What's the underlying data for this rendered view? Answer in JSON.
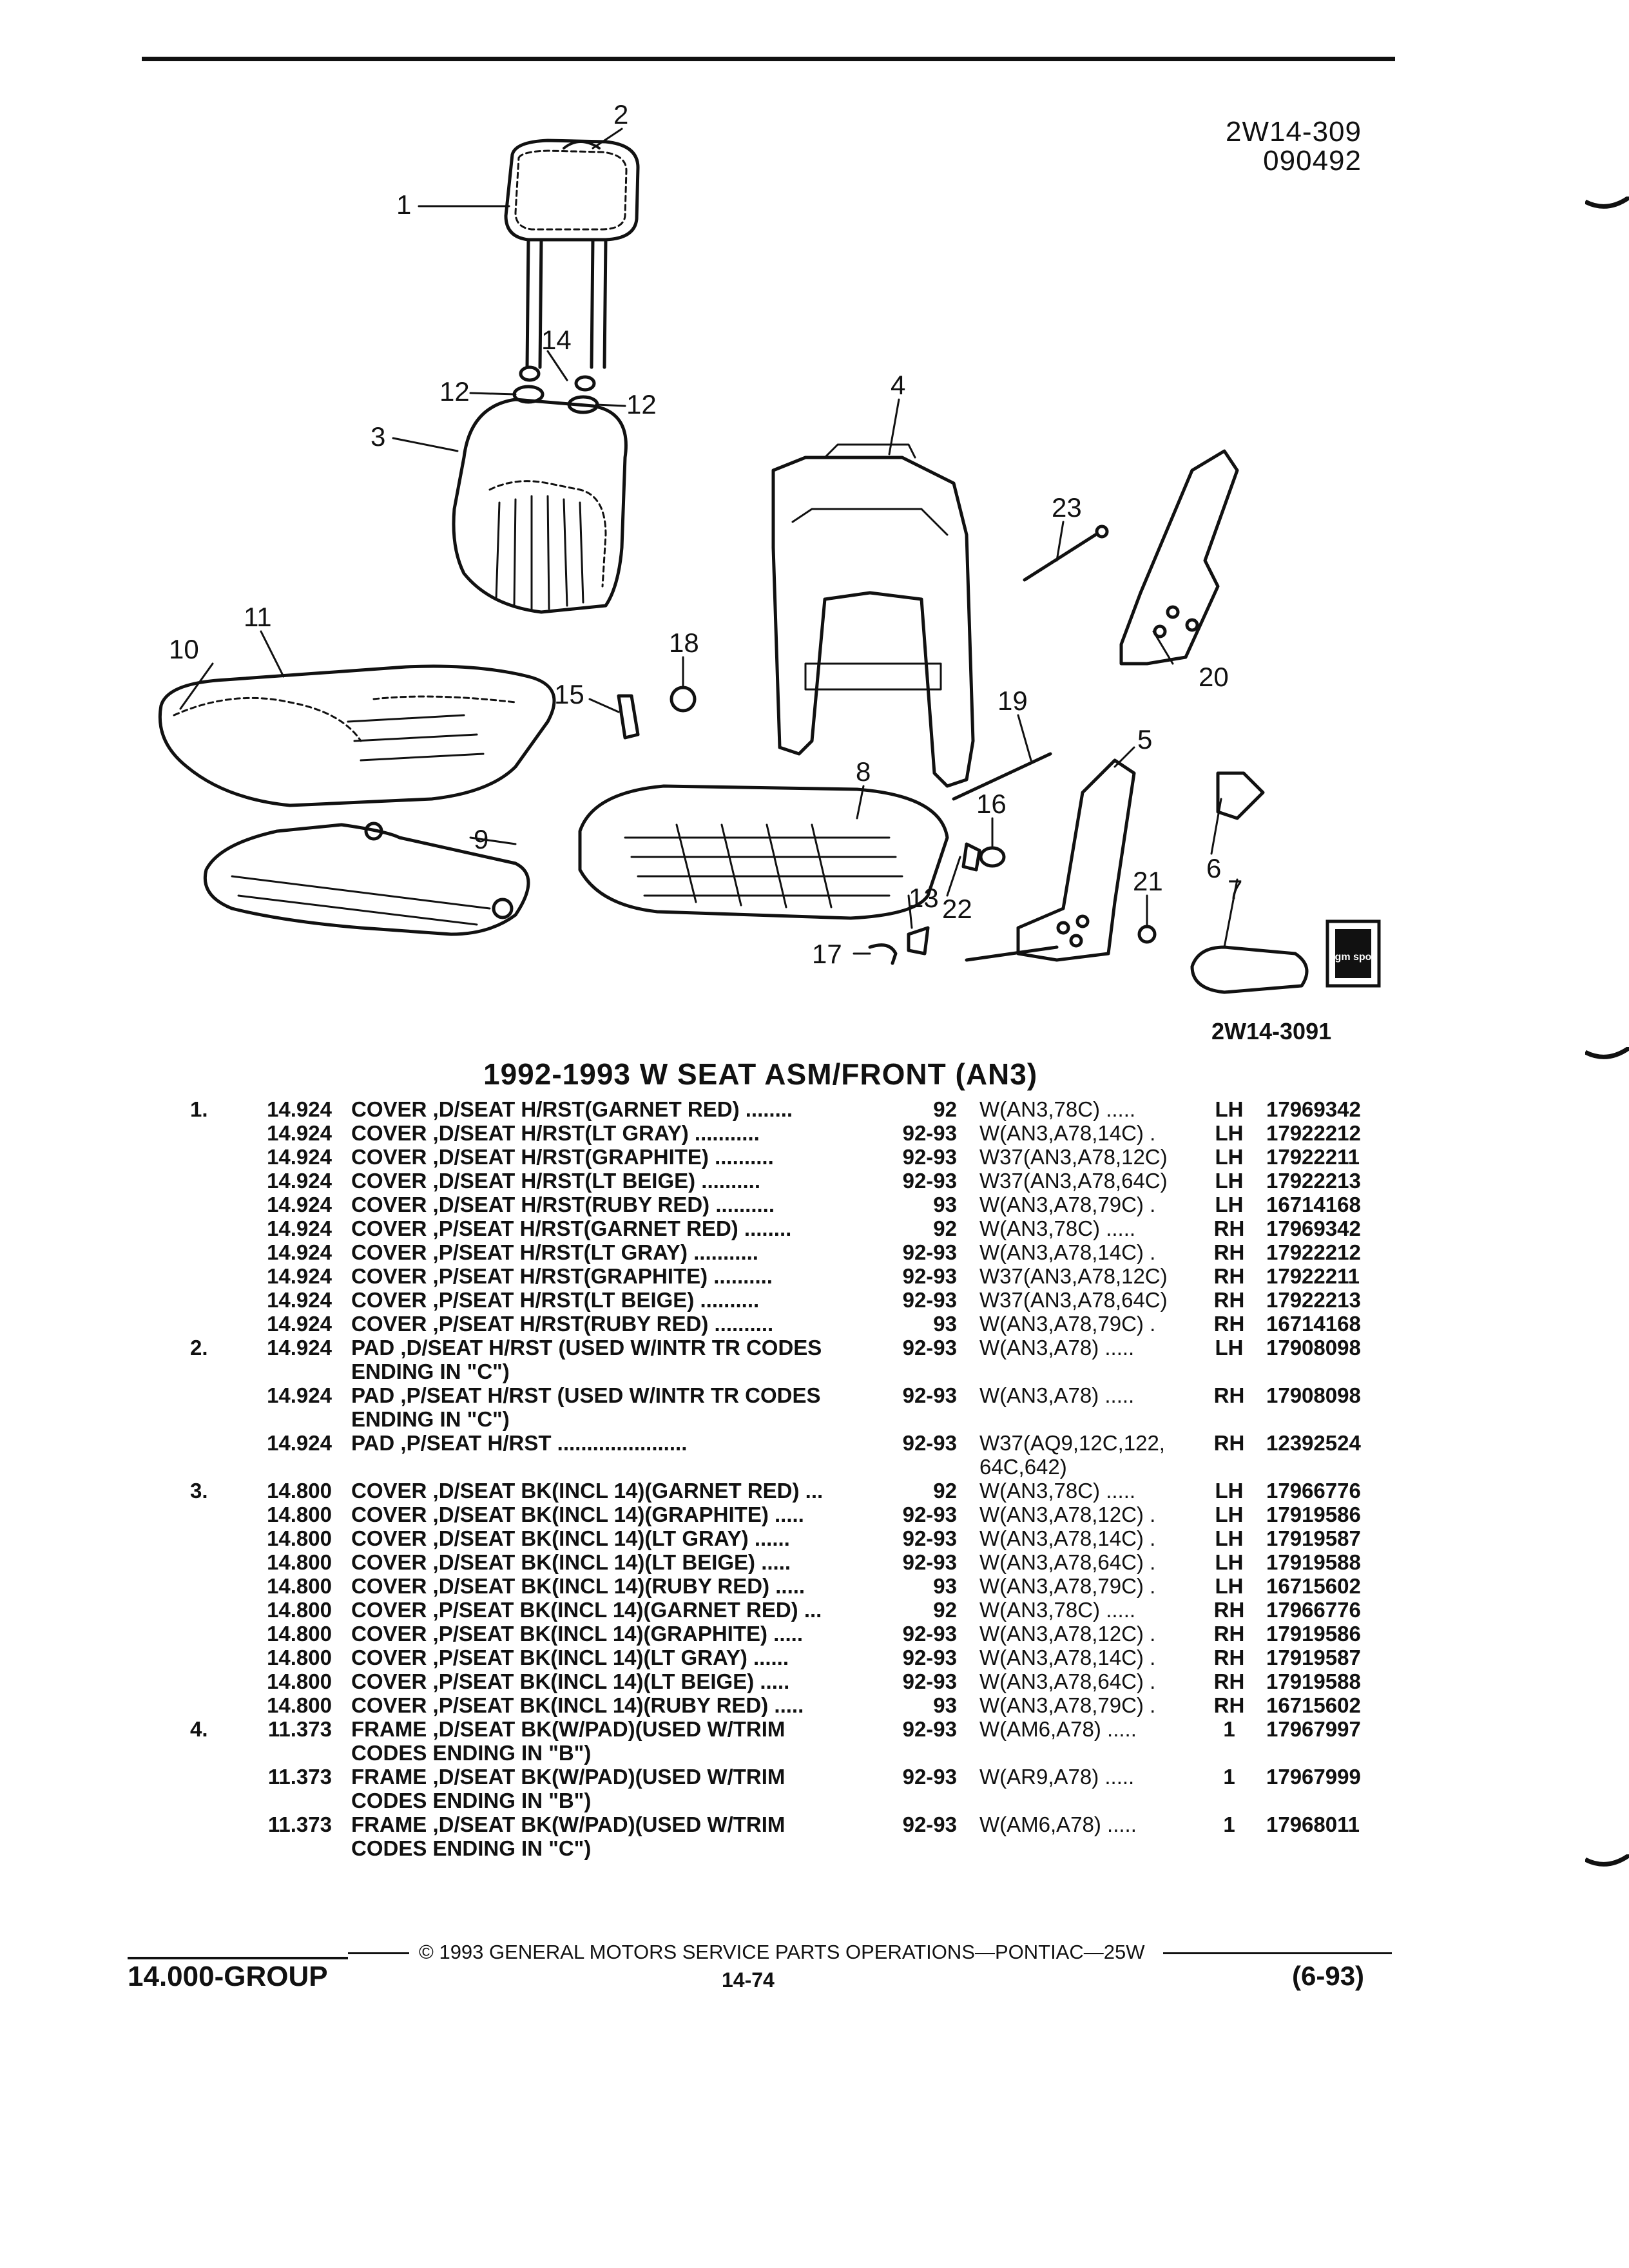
{
  "header": {
    "code_line1": "2W14-309",
    "code_line2": "090492"
  },
  "diagram": {
    "callouts": [
      "1",
      "2",
      "3",
      "4",
      "5",
      "6",
      "7",
      "8",
      "9",
      "10",
      "11",
      "12",
      "12",
      "13",
      "14",
      "15",
      "16",
      "17",
      "18",
      "19",
      "20",
      "21",
      "22",
      "23"
    ],
    "logo_text": "gm spo",
    "figure_code": "2W14-3091"
  },
  "section_title": "1992-1993 W SEAT ASM/FRONT (AN3)",
  "rows": [
    {
      "item": "1.",
      "group": "14.924",
      "name": "COVER",
      "desc": ",D/SEAT H/RST(GARNET RED) ........",
      "year": "92",
      "model": "W(AN3,78C) .....",
      "qty": "LH",
      "part": "17969342"
    },
    {
      "item": "",
      "group": "14.924",
      "name": "COVER",
      "desc": ",D/SEAT H/RST(LT GRAY) ...........",
      "year": "92-93",
      "model": "W(AN3,A78,14C) .",
      "qty": "LH",
      "part": "17922212"
    },
    {
      "item": "",
      "group": "14.924",
      "name": "COVER",
      "desc": ",D/SEAT H/RST(GRAPHITE) ..........",
      "year": "92-93",
      "model": "W37(AN3,A78,12C)",
      "qty": "LH",
      "part": "17922211"
    },
    {
      "item": "",
      "group": "14.924",
      "name": "COVER",
      "desc": ",D/SEAT H/RST(LT BEIGE) ..........",
      "year": "92-93",
      "model": "W37(AN3,A78,64C)",
      "qty": "LH",
      "part": "17922213"
    },
    {
      "item": "",
      "group": "14.924",
      "name": "COVER",
      "desc": ",D/SEAT H/RST(RUBY RED) ..........",
      "year": "93",
      "model": "W(AN3,A78,79C) .",
      "qty": "LH",
      "part": "16714168"
    },
    {
      "item": "",
      "group": "14.924",
      "name": "COVER",
      "desc": ",P/SEAT H/RST(GARNET RED) ........",
      "year": "92",
      "model": "W(AN3,78C) .....",
      "qty": "RH",
      "part": "17969342"
    },
    {
      "item": "",
      "group": "14.924",
      "name": "COVER",
      "desc": ",P/SEAT H/RST(LT GRAY) ...........",
      "year": "92-93",
      "model": "W(AN3,A78,14C) .",
      "qty": "RH",
      "part": "17922212"
    },
    {
      "item": "",
      "group": "14.924",
      "name": "COVER",
      "desc": ",P/SEAT H/RST(GRAPHITE) ..........",
      "year": "92-93",
      "model": "W37(AN3,A78,12C)",
      "qty": "RH",
      "part": "17922211"
    },
    {
      "item": "",
      "group": "14.924",
      "name": "COVER",
      "desc": ",P/SEAT H/RST(LT BEIGE) ..........",
      "year": "92-93",
      "model": "W37(AN3,A78,64C)",
      "qty": "RH",
      "part": "17922213"
    },
    {
      "item": "",
      "group": "14.924",
      "name": "COVER",
      "desc": ",P/SEAT H/RST(RUBY RED) ..........",
      "year": "93",
      "model": "W(AN3,A78,79C) .",
      "qty": "RH",
      "part": "16714168"
    },
    {
      "item": "2.",
      "group": "14.924",
      "name": "PAD",
      "desc": ",D/SEAT H/RST (USED W/INTR TR CODES",
      "desc2": "ENDING IN \"C\")",
      "year": "92-93",
      "model": "W(AN3,A78) .....",
      "qty": "LH",
      "part": "17908098"
    },
    {
      "item": "",
      "group": "14.924",
      "name": "PAD",
      "desc": ",P/SEAT H/RST (USED W/INTR TR CODES",
      "desc2": "ENDING IN \"C\")",
      "year": "92-93",
      "model": "W(AN3,A78) .....",
      "qty": "RH",
      "part": "17908098"
    },
    {
      "item": "",
      "group": "14.924",
      "name": "PAD",
      "desc": ",P/SEAT H/RST ......................",
      "year": "92-93",
      "model": "W37(AQ9,12C,122,",
      "model2": "64C,642)",
      "qty": "RH",
      "part": "12392524"
    },
    {
      "item": "3.",
      "group": "14.800",
      "name": "COVER",
      "desc": ",D/SEAT BK(INCL 14)(GARNET RED) ...",
      "year": "92",
      "model": "W(AN3,78C) .....",
      "qty": "LH",
      "part": "17966776"
    },
    {
      "item": "",
      "group": "14.800",
      "name": "COVER",
      "desc": ",D/SEAT BK(INCL 14)(GRAPHITE) .....",
      "year": "92-93",
      "model": "W(AN3,A78,12C) .",
      "qty": "LH",
      "part": "17919586"
    },
    {
      "item": "",
      "group": "14.800",
      "name": "COVER",
      "desc": ",D/SEAT BK(INCL 14)(LT GRAY) ......",
      "year": "92-93",
      "model": "W(AN3,A78,14C) .",
      "qty": "LH",
      "part": "17919587"
    },
    {
      "item": "",
      "group": "14.800",
      "name": "COVER",
      "desc": ",D/SEAT BK(INCL 14)(LT BEIGE) .....",
      "year": "92-93",
      "model": "W(AN3,A78,64C) .",
      "qty": "LH",
      "part": "17919588"
    },
    {
      "item": "",
      "group": "14.800",
      "name": "COVER",
      "desc": ",D/SEAT BK(INCL 14)(RUBY RED) .....",
      "year": "93",
      "model": "W(AN3,A78,79C) .",
      "qty": "LH",
      "part": "16715602"
    },
    {
      "item": "",
      "group": "14.800",
      "name": "COVER",
      "desc": ",P/SEAT BK(INCL 14)(GARNET RED) ...",
      "year": "92",
      "model": "W(AN3,78C) .....",
      "qty": "RH",
      "part": "17966776"
    },
    {
      "item": "",
      "group": "14.800",
      "name": "COVER",
      "desc": ",P/SEAT BK(INCL 14)(GRAPHITE) .....",
      "year": "92-93",
      "model": "W(AN3,A78,12C) .",
      "qty": "RH",
      "part": "17919586"
    },
    {
      "item": "",
      "group": "14.800",
      "name": "COVER",
      "desc": ",P/SEAT BK(INCL 14)(LT GRAY) ......",
      "year": "92-93",
      "model": "W(AN3,A78,14C) .",
      "qty": "RH",
      "part": "17919587"
    },
    {
      "item": "",
      "group": "14.800",
      "name": "COVER",
      "desc": ",P/SEAT BK(INCL 14)(LT BEIGE) .....",
      "year": "92-93",
      "model": "W(AN3,A78,64C) .",
      "qty": "RH",
      "part": "17919588"
    },
    {
      "item": "",
      "group": "14.800",
      "name": "COVER",
      "desc": ",P/SEAT BK(INCL 14)(RUBY RED) .....",
      "year": "93",
      "model": "W(AN3,A78,79C) .",
      "qty": "RH",
      "part": "16715602"
    },
    {
      "item": "4.",
      "group": "11.373",
      "name": "FRAME",
      "desc": ",D/SEAT BK(W/PAD)(USED W/TRIM",
      "desc2": "CODES ENDING IN \"B\")",
      "year": "92-93",
      "model": "W(AM6,A78) .....",
      "qty": "1",
      "part": "17967997"
    },
    {
      "item": "",
      "group": "11.373",
      "name": "FRAME",
      "desc": ",D/SEAT BK(W/PAD)(USED W/TRIM",
      "desc2": "CODES ENDING IN \"B\")",
      "year": "92-93",
      "model": "W(AR9,A78) .....",
      "qty": "1",
      "part": "17967999"
    },
    {
      "item": "",
      "group": "11.373",
      "name": "FRAME",
      "desc": ",D/SEAT BK(W/PAD)(USED W/TRIM",
      "desc2": "CODES ENDING IN \"C\")",
      "year": "92-93",
      "model": "W(AM6,A78) .....",
      "qty": "1",
      "part": "17968011"
    }
  ],
  "footer": {
    "group": "14.000-GROUP",
    "copyright": "© 1993 GENERAL MOTORS SERVICE PARTS OPERATIONS—PONTIAC—25W",
    "page": "14-74",
    "revision": "(6-93)"
  }
}
